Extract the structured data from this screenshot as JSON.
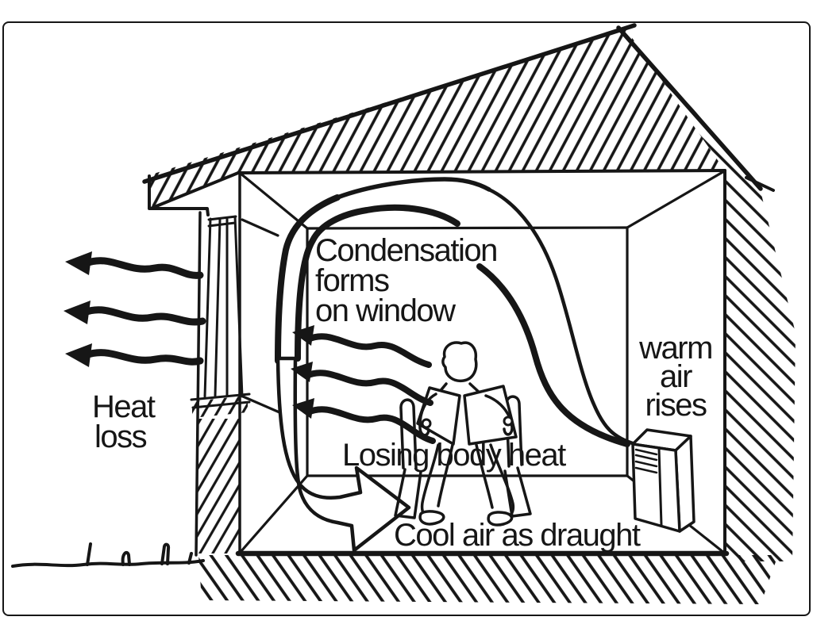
{
  "diagram": {
    "background": "#ffffff",
    "ink_color": "#161616",
    "frame_color": "#dcdcdc",
    "labels": {
      "heat_loss": {
        "line1": "Heat",
        "line2": "loss"
      },
      "condensation": {
        "line1": "Condensation",
        "line2": "forms",
        "line3": "on window"
      },
      "warm_air": {
        "line1": "warm",
        "line2": "air",
        "line3": "rises"
      },
      "losing_body_heat": "Losing body heat",
      "cool_air_draught": "Cool air as draught"
    }
  }
}
